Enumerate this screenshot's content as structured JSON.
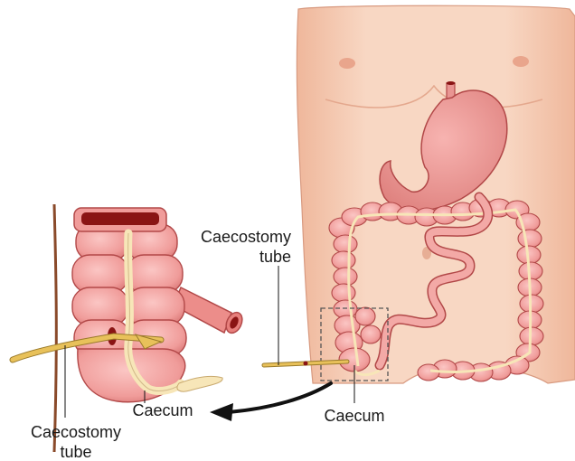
{
  "labels": {
    "tube_right_line1": "Caecostomy",
    "tube_right_line2": "tube",
    "caecum_right": "Caecum",
    "caecum_left": "Caecum",
    "tube_left_line1": "Caecostomy",
    "tube_left_line2": "tube"
  },
  "colors": {
    "skin": "#f6cdb6",
    "skin_shadow": "#e9a98c",
    "bowel": "#f2a0a0",
    "bowel_dark": "#d66a6a",
    "bowel_outline": "#b24848",
    "taenia": "#f7e6b8",
    "tube": "#e8c15a",
    "lumen": "#8a1414",
    "arrow": "#111111"
  }
}
